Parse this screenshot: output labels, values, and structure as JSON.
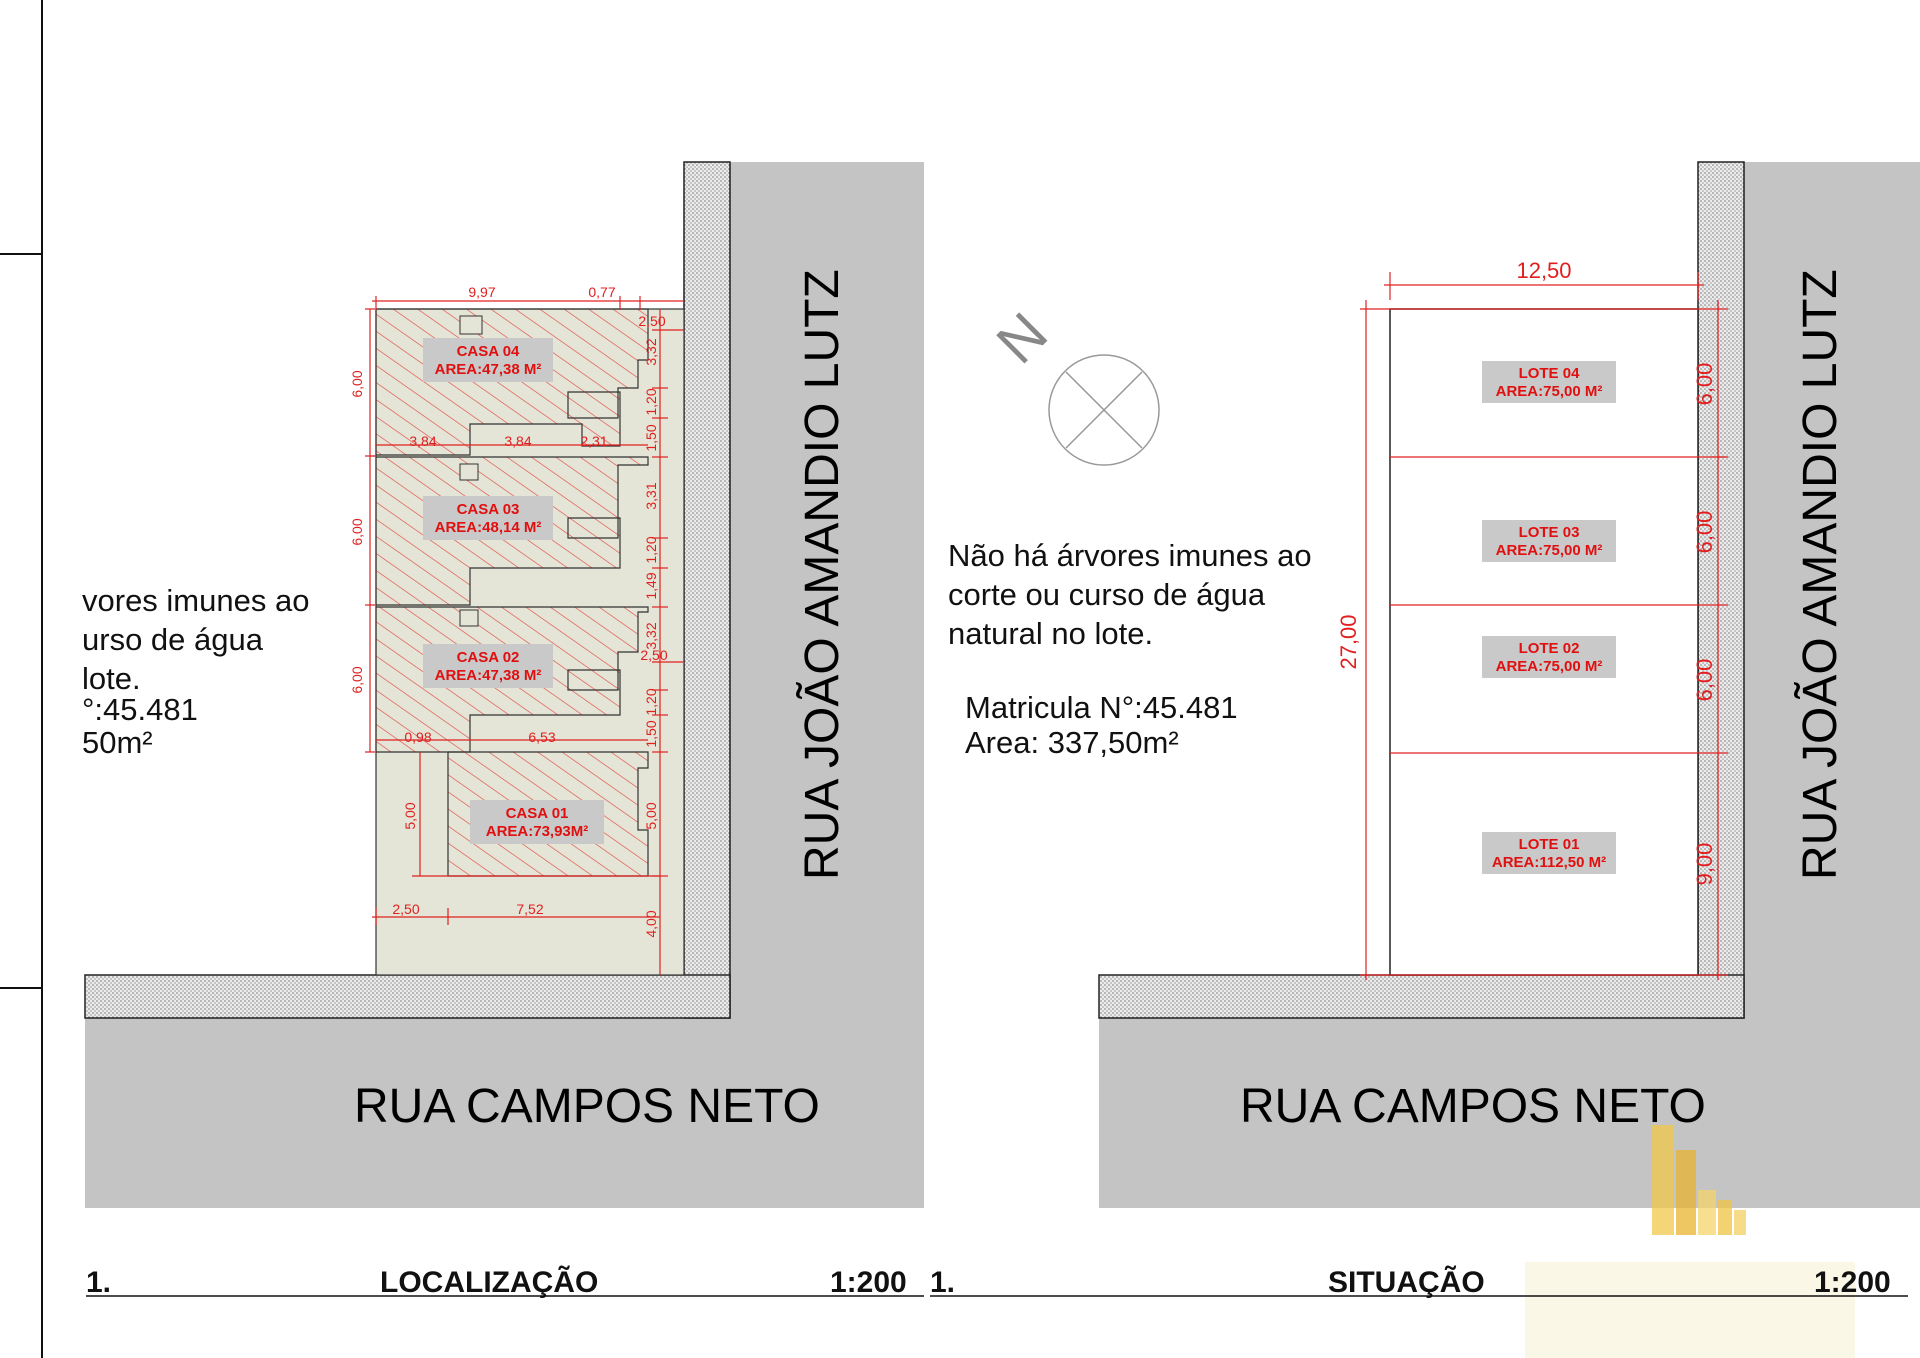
{
  "streets": {
    "side": "RUA JOÃO AMANDIO LUTZ",
    "front": "RUA CAMPOS NETO"
  },
  "left_plan": {
    "title_number": "1.",
    "title": "LOCALIZAÇÃO",
    "scale": "1:200",
    "notes": [
      "vores imunes ao",
      "urso de água",
      "lote.",
      "°:45.481",
      "50m²"
    ],
    "houses": [
      {
        "name": "CASA 04",
        "area": "AREA:47,38 M²"
      },
      {
        "name": "CASA 03",
        "area": "AREA:48,14 M²"
      },
      {
        "name": "CASA 02",
        "area": "AREA:47,38 M²"
      },
      {
        "name": "CASA 01",
        "area": "AREA:73,93M²"
      }
    ],
    "dims": {
      "top_width": "9,97",
      "top_right": "0,77",
      "right_top": "2,50",
      "d332": "3,32",
      "d120a": "1,20",
      "d150a": "1,50",
      "d384a": "3,84",
      "d384b": "3,84",
      "d231": "2,31",
      "d331": "3,31",
      "d120b": "1,20",
      "d149": "1,49",
      "d332b": "3,32",
      "d250b": "2,50",
      "d120c": "1,20",
      "d150b": "1,50",
      "d098": "0,98",
      "d653": "6,53",
      "left600a": "6,00",
      "left600b": "6,00",
      "left600c": "6,00",
      "d500a": "5,00",
      "d500b": "5,00",
      "d400": "4,00",
      "d250c": "2,50",
      "d752": "7,52"
    }
  },
  "right_plan": {
    "title_number": "1.",
    "title": "SITUAÇÃO",
    "scale": "1:200",
    "compass_letter": "N",
    "notes": [
      "Não há árvores imunes ao",
      "corte ou curso de água",
      "natural no lote."
    ],
    "registry": [
      "Matricula N°:45.481",
      "Area: 337,50m²"
    ],
    "width_dim": "12,50",
    "depth_dim": "27,00",
    "lots": [
      {
        "name": "LOTE 04",
        "area": "AREA:75,00 M²",
        "depth": "6,00"
      },
      {
        "name": "LOTE 03",
        "area": "AREA:75,00 M²",
        "depth": "6,00"
      },
      {
        "name": "LOTE 02",
        "area": "AREA:75,00 M²",
        "depth": "6,00"
      },
      {
        "name": "LOTE 01",
        "area": "AREA:112,50 M²",
        "depth": "9,00"
      }
    ]
  },
  "colors": {
    "street": "#c4c4c4",
    "sidewalk_dots": "#d8d8d8",
    "lot_fill": "#e4e5d6",
    "dimension": "#e02020",
    "label_bg": "#c9c9c9"
  }
}
